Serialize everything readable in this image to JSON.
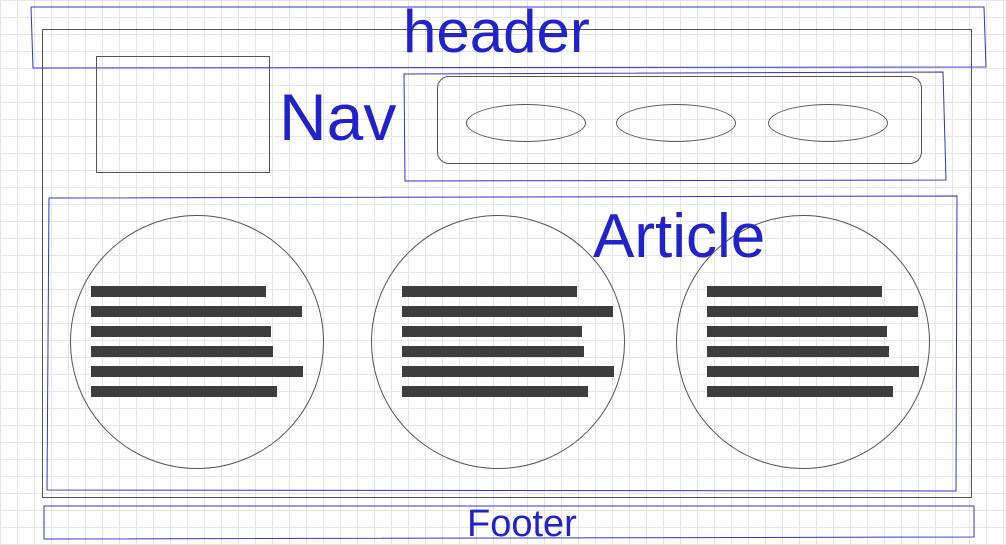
{
  "labels": {
    "header": "header",
    "nav": "Nav",
    "article": "Article",
    "footer": "Footer"
  },
  "colors": {
    "annotation": "#2222cc",
    "wire": "#555555",
    "text_bar": "#3d3d3d"
  },
  "nav": {
    "link_count": 3
  },
  "article": {
    "card_count": 3,
    "lines_per_card": 6
  }
}
